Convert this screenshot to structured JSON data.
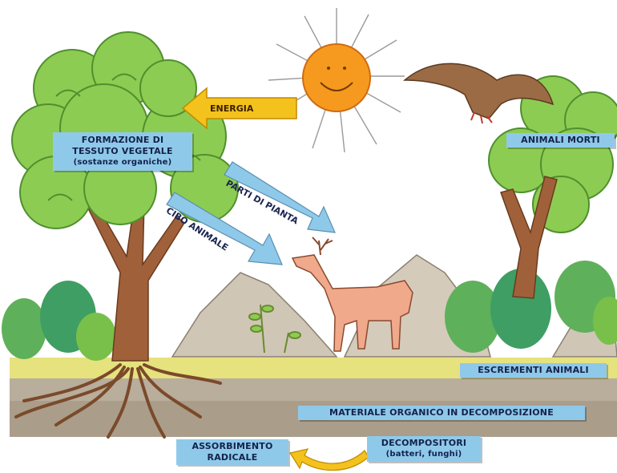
{
  "labels": {
    "energia": "ENERGIA",
    "formazione_line1": "FORMAZIONE DI",
    "formazione_line2": "TESSUTO VEGETALE",
    "formazione_line3": "(sostanze organiche)",
    "animali_morti": "ANIMALI MORTI",
    "parti_di_pianta": "PARTI DI PIANTA",
    "cibo_animale": "CIBO ANIMALE",
    "escrementi_animali": "ESCREMENTI ANIMALI",
    "materiale_organico": "MATERIALE ORGANICO IN DECOMPOSIZIONE",
    "assorbimento_line1": "ASSORBIMENTO",
    "assorbimento_line2": "RADICALE",
    "decompositori_line1": "DECOMPOSITORI",
    "decompositori_line2": "(batteri, funghi)"
  },
  "colors": {
    "label_bg": "#8fc9ea",
    "label_text": "#14224a",
    "energy_arrow": "#f4c21c",
    "sun": "#f59a1e",
    "foliage": "#7cc242",
    "trunk": "#9a5a34",
    "soil": "#b7ab9a",
    "grass_band": "#e3e07a"
  },
  "icons": [
    "sun-icon",
    "tree-icon",
    "dead-tree-icon",
    "eagle-icon",
    "deer-icon",
    "rock-icon",
    "roots-icon"
  ]
}
